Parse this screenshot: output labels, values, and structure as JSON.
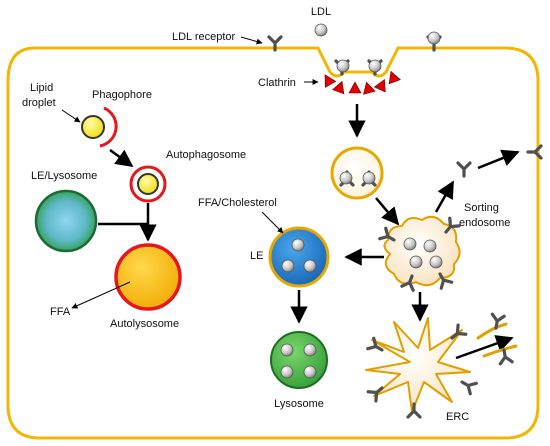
{
  "labels": {
    "ldl": "LDL",
    "ldl_receptor": "LDL receptor",
    "clathrin": "Clathrin",
    "lipid_droplet_line1": "Lipid",
    "lipid_droplet_line2": "droplet",
    "phagophore": "Phagophore",
    "autophagosome": "Autophagosome",
    "le_lysosome": "LE/Lysosome",
    "autolysosome": "Autolysosome",
    "ffa": "FFA",
    "ffa_cholesterol": "FFA/Cholesterol",
    "le": "LE",
    "lysosome": "Lysosome",
    "sorting_line1": "Sorting",
    "sorting_line2": "endosome",
    "erc": "ERC"
  },
  "colors": {
    "cell_membrane": "#f2b705",
    "lipid_droplet": "#f5e600",
    "phagophore_ring": "#e8161b",
    "le_lysosome_center": "#a6dcf2",
    "le_lysosome_edge": "#2a9e45",
    "autolysosome_fill": "#f5b800",
    "autolysosome_ring": "#e8161b",
    "le_fill": "#1e78c8",
    "lysosome_fill": "#4cb944",
    "endosome_fill": "#fff3e0",
    "clathrin": "#e00000",
    "receptor": "#555555",
    "ldl_particle": "#bdbdbd"
  },
  "icons": [
    "ldl-particle-icon",
    "ldl-receptor-icon",
    "clathrin-triangle-icon",
    "arrow-icon"
  ]
}
